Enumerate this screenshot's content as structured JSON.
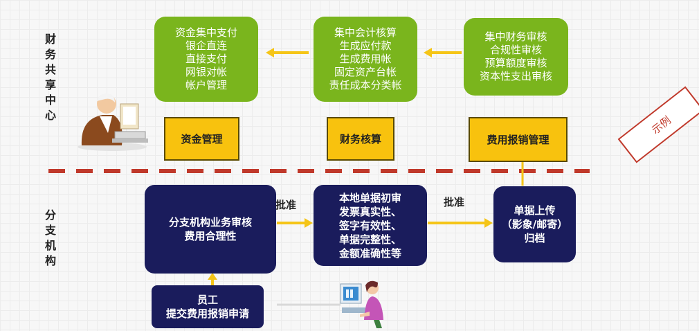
{
  "labels": {
    "shared_center": [
      "财",
      "务",
      "共",
      "享",
      "中",
      "心"
    ],
    "branch": [
      "分",
      "支",
      "机",
      "构"
    ]
  },
  "top_boxes": {
    "fund": [
      "资金集中支付",
      "银企直连",
      "直接支付",
      "网银对帐",
      "帐户管理"
    ],
    "accounting": [
      "集中会计核算",
      "生成应付款",
      "生成费用帐",
      "固定资产台帐",
      "责任成本分类帐"
    ],
    "audit": [
      "集中财务审核",
      "合规性审核",
      "预算额度审核",
      "资本性支出审核"
    ]
  },
  "modules": {
    "fund": "资金管理",
    "accounting": "财务核算",
    "expense": "费用报销管理"
  },
  "bottom_boxes": {
    "branch_review": [
      "分支机构业务审核",
      "费用合理性"
    ],
    "local_review": [
      "本地单据初审",
      "发票真实性、",
      "签字有效性、",
      "单据完整性、",
      "金额准确性等"
    ],
    "upload": [
      "单据上传",
      "（影象/邮寄）",
      "归档"
    ],
    "employee": [
      "员工",
      "提交费用报销申请"
    ]
  },
  "approve_1": "批准",
  "approve_2": "批准",
  "stamp": "示例",
  "colors": {
    "green": "#7ab51d",
    "yellow": "#f8c20e",
    "navy": "#1a1c5c",
    "arrow": "#f5c518",
    "dash": "#c0392b"
  }
}
